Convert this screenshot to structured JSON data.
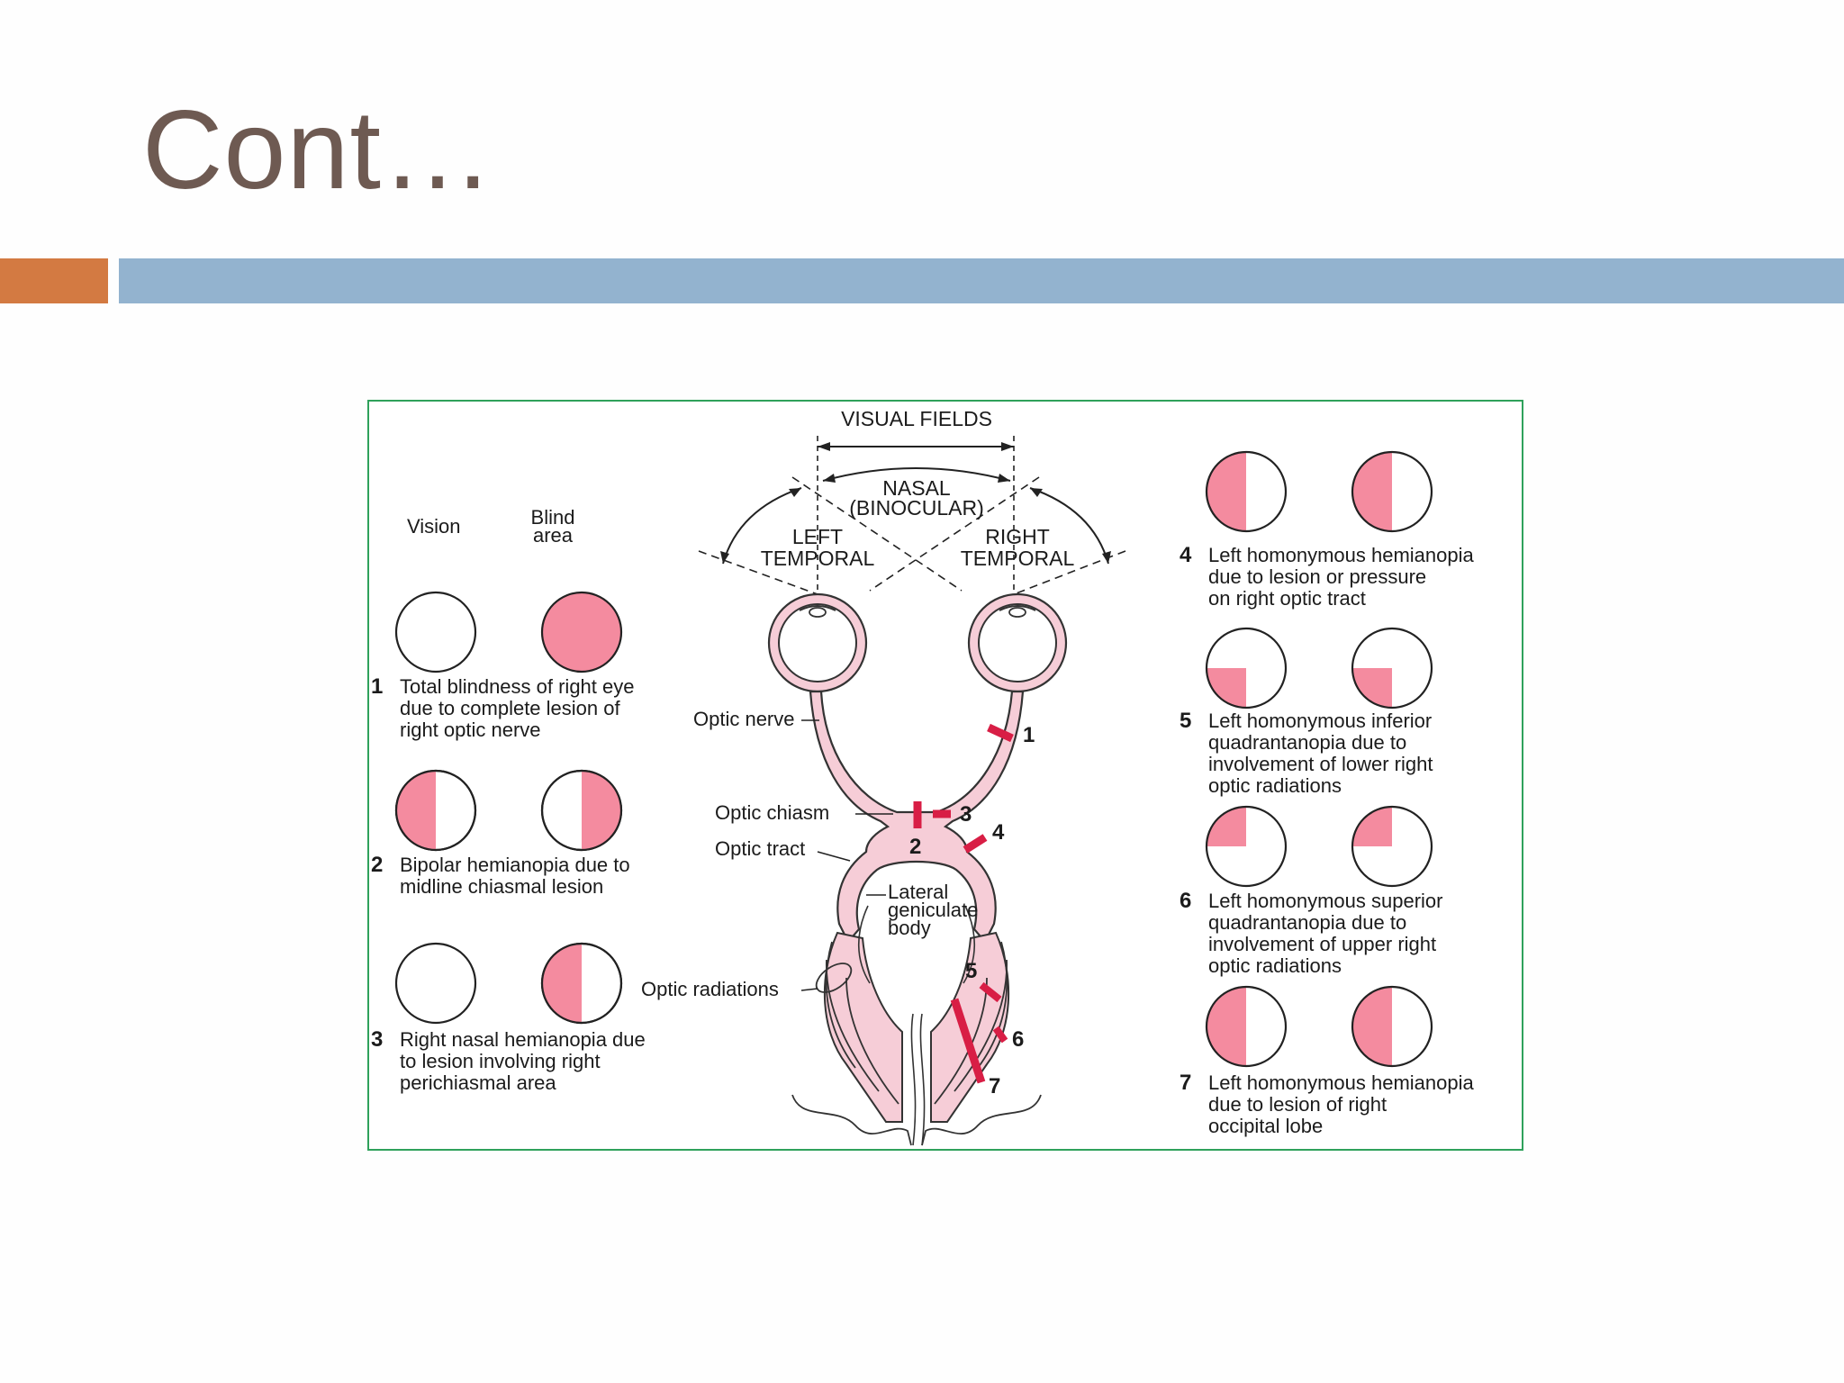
{
  "slide": {
    "title": "Cont…"
  },
  "figure": {
    "visual_fields_label": "VISUAL FIELDS",
    "nasal_label": "NASAL",
    "binocular_label": "(BINOCULAR)",
    "left_label": "LEFT",
    "right_label": "RIGHT",
    "temporal_label": "TEMPORAL",
    "vision_label": "Vision",
    "blind_label_1": "Blind",
    "blind_label_2": "area",
    "structures": {
      "optic_nerve": "Optic nerve",
      "optic_chiasm": "Optic chiasm",
      "optic_tract": "Optic tract",
      "lateral": "Lateral",
      "geniculate": "geniculate",
      "body": "body",
      "optic_radiations": "Optic radiations"
    },
    "lesion_markers": [
      "1",
      "2",
      "3",
      "4",
      "5",
      "6",
      "7"
    ],
    "lesions": [
      {
        "number": "1",
        "lines": [
          "Total blindness of right eye",
          "due to complete lesion of",
          "right optic nerve"
        ]
      },
      {
        "number": "2",
        "lines": [
          "Bipolar hemianopia due to",
          "midline chiasmal lesion"
        ]
      },
      {
        "number": "3",
        "lines": [
          "Right nasal hemianopia due",
          "to lesion involving right",
          "perichiasmal area"
        ]
      },
      {
        "number": "4",
        "lines": [
          "Left homonymous hemianopia",
          "due to lesion or pressure",
          "on right optic tract"
        ]
      },
      {
        "number": "5",
        "lines": [
          "Left homonymous inferior",
          "quadrantanopia due to",
          "involvement of lower right",
          "optic radiations"
        ]
      },
      {
        "number": "6",
        "lines": [
          "Left homonymous superior",
          "quadrantanopia due to",
          "involvement of upper right",
          "optic radiations"
        ]
      },
      {
        "number": "7",
        "lines": [
          "Left homonymous hemianopia",
          "due to lesion of right",
          "occipital lobe"
        ]
      }
    ],
    "colors": {
      "blind": "#f48b9f",
      "lesion": "#d81e45",
      "tract_fill": "#f6cdd7",
      "tract_stroke": "#3a3a3a"
    }
  }
}
